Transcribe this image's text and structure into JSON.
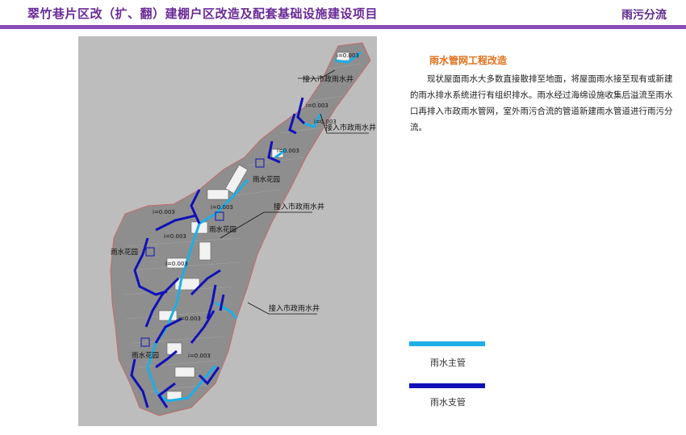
{
  "header": {
    "title_bold": "翠竹巷片区",
    "title_rest": "改（扩、翻）建棚户区改造及配套基础设施建设项目",
    "section": "雨污分流"
  },
  "colors": {
    "header_purple": "#6a2a96",
    "bar_purple": "#8a4bb8",
    "main_pipe": "#1eaee6",
    "branch_pipe": "#1111b8",
    "heading_orange": "#e0701a"
  },
  "content": {
    "heading": "雨水管网工程改造",
    "paragraph": "现状屋面雨水大多数直接散排至地面，将屋面雨水接至现有或新建的雨水排水系统进行有组织排水。雨水经过海绵设施收集后溢流至雨水口再排入市政雨水管网，室外雨污合流的管道新建雨水管道进行雨污分流。"
  },
  "map": {
    "callouts": [
      "接入市政雨水井",
      "接入市政雨水井",
      "接入市政雨水井",
      "接入市政雨水井"
    ],
    "rain_gardens": [
      "雨水花园",
      "雨水花园",
      "雨水花园",
      "雨水花园"
    ],
    "slopes": [
      "i=0.003",
      "i=0.003",
      "i=0.003",
      "i=0.003",
      "i=0.003",
      "i=0.003",
      "i=0.003",
      "i=0.003",
      "i=0.003",
      "i=0.003"
    ]
  },
  "legend": {
    "main_label": "雨水主管",
    "branch_label": "雨水支管"
  }
}
